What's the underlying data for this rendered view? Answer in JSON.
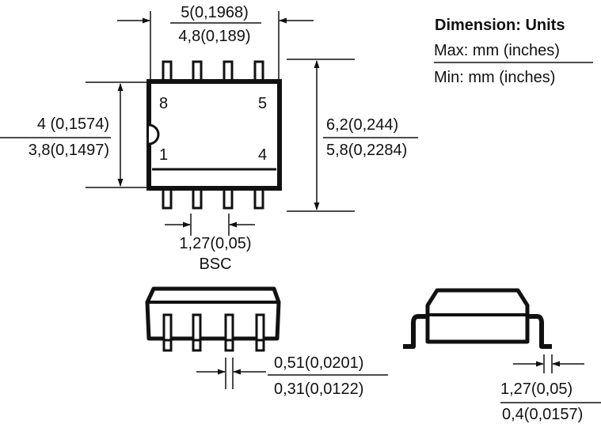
{
  "legend": {
    "title": "Dimension: Units",
    "max_label": "Max: mm (inches)",
    "min_label": "Min: mm (inches)"
  },
  "top_view": {
    "body_length_max": "5(0,1968)",
    "body_length_min": "4,8(0,189)",
    "body_width_max": "4 (0,1574)",
    "body_width_min": "3,8(0,1497)",
    "overall_width_max": "6,2(0,244)",
    "overall_width_min": "5,8(0,2284)",
    "pitch_value": "1,27(0,05)",
    "pitch_note": "BSC",
    "pin_labels": {
      "p8": "8",
      "p5": "5",
      "p1": "1",
      "p4": "4"
    }
  },
  "side_view": {
    "lead_width_max": "0,51(0,0201)",
    "lead_width_min": "0,31(0,0122)"
  },
  "end_view": {
    "foot_length_max": "1,27(0,05)",
    "foot_length_min": "0,4(0,0157)"
  },
  "colors": {
    "ink": "#111111",
    "background": "#ffffff"
  }
}
